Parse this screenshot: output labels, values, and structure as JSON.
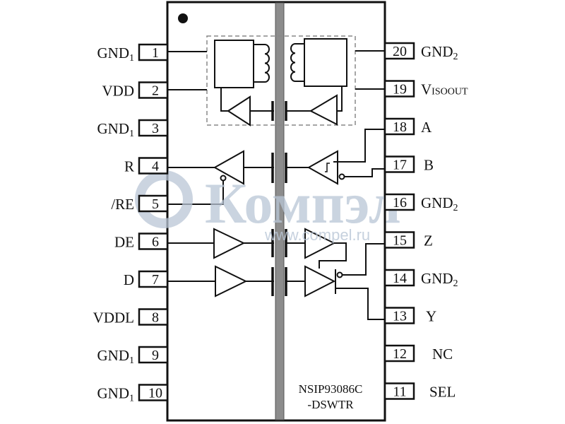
{
  "diagram": {
    "title": "NSIP93086C-DSWTR pinout",
    "part_number_line1": "NSIP93086C",
    "part_number_line2": "-DSWTR",
    "left_pins": [
      {
        "num": "1",
        "name": "GND",
        "sub": "1"
      },
      {
        "num": "2",
        "name": "VDD",
        "sub": ""
      },
      {
        "num": "3",
        "name": "GND",
        "sub": "1"
      },
      {
        "num": "4",
        "name": "R",
        "sub": ""
      },
      {
        "num": "5",
        "name": "/RE",
        "sub": ""
      },
      {
        "num": "6",
        "name": "DE",
        "sub": ""
      },
      {
        "num": "7",
        "name": "D",
        "sub": ""
      },
      {
        "num": "8",
        "name": "VDDL",
        "sub": ""
      },
      {
        "num": "9",
        "name": "GND",
        "sub": "1"
      },
      {
        "num": "10",
        "name": "GND",
        "sub": "1"
      }
    ],
    "right_pins": [
      {
        "num": "20",
        "name": "GND",
        "sub": "2"
      },
      {
        "num": "19",
        "name": "V",
        "sub": "ISOOUT"
      },
      {
        "num": "18",
        "name": "A",
        "sub": ""
      },
      {
        "num": "17",
        "name": "B",
        "sub": ""
      },
      {
        "num": "16",
        "name": "GND",
        "sub": "2"
      },
      {
        "num": "15",
        "name": "Z",
        "sub": ""
      },
      {
        "num": "14",
        "name": "GND",
        "sub": "2"
      },
      {
        "num": "13",
        "name": "Y",
        "sub": ""
      },
      {
        "num": "12",
        "name": "NC",
        "sub": ""
      },
      {
        "num": "11",
        "name": "SEL",
        "sub": ""
      }
    ],
    "watermark": {
      "brand": "Компэл",
      "url": "www.compel.ru"
    },
    "colors": {
      "line": "#111111",
      "isolation_barrier": "#8c8c8c",
      "dashed_box": "#888888",
      "watermark": "#b9c6d6"
    }
  }
}
